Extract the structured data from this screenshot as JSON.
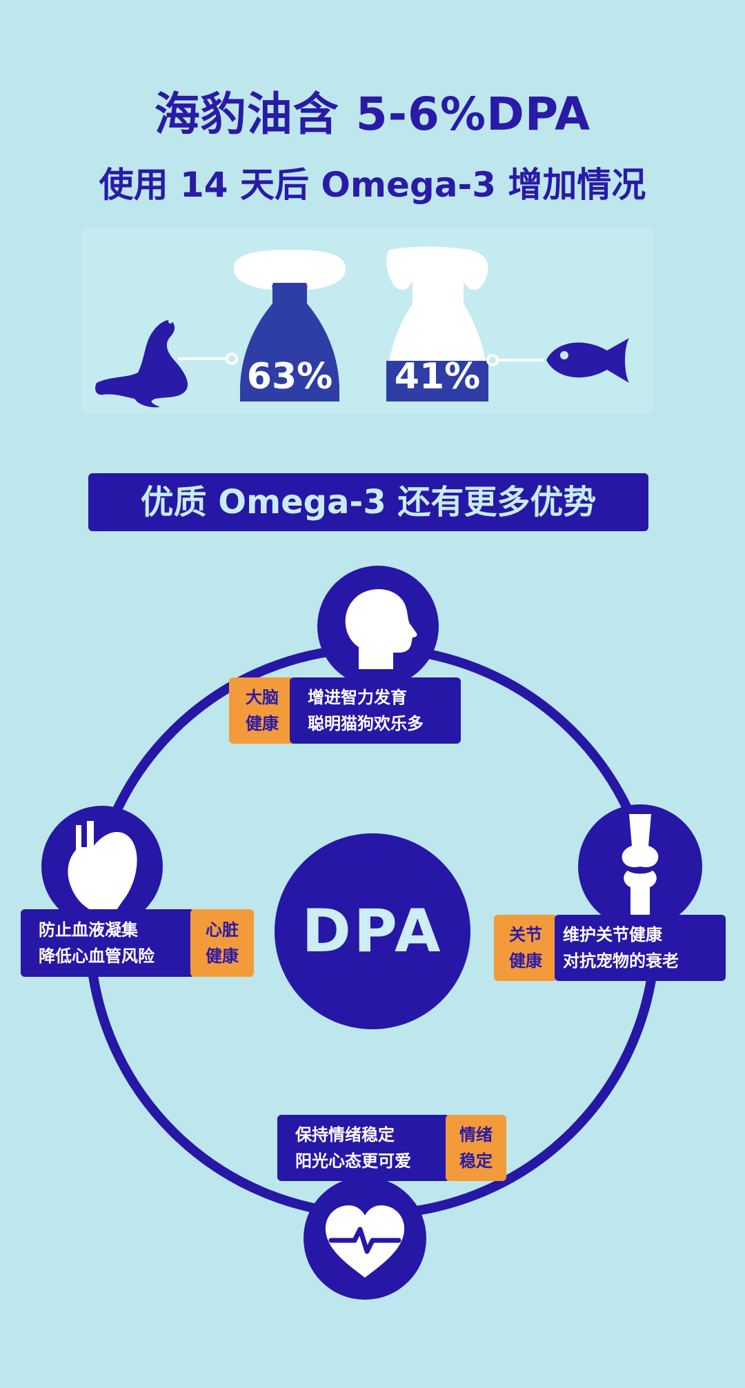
{
  "header": {
    "title_line1": "海豹油含 5-6%DPA",
    "title_line2": "使用 14 天后 Omega-3 增加情况"
  },
  "comparison": {
    "seal_percent": "63%",
    "fish_percent": "41%",
    "seal_icon": "seal-icon",
    "fish_icon": "fish-icon",
    "dog_icon": "dog-head-icon"
  },
  "banner": {
    "text": "优质 Omega-3 还有更多优势"
  },
  "benefits": {
    "center": "DPA",
    "brain": {
      "tag_line1": "大脑",
      "tag_line2": "健康",
      "desc_line1": "增进智力发育",
      "desc_line2": "聪明猫狗欢乐多",
      "icon": "head-icon"
    },
    "heart": {
      "tag_line1": "心脏",
      "tag_line2": "健康",
      "desc_line1": "防止血液凝集",
      "desc_line2": "降低心血管风险",
      "icon": "heart-icon"
    },
    "joint": {
      "tag_line1": "关节",
      "tag_line2": "健康",
      "desc_line1": "维护关节健康",
      "desc_line2": "对抗宠物的衰老",
      "icon": "joint-icon"
    },
    "mood": {
      "tag_line1": "情绪",
      "tag_line2": "稳定",
      "desc_line1": "保持情绪稳定",
      "desc_line2": "阳光心态更可爱",
      "icon": "heartbeat-icon"
    }
  },
  "colors": {
    "background": "#bde7ec",
    "navy": "#2617a6",
    "orange": "#f39a3a",
    "light_text": "#c8ecf2"
  }
}
